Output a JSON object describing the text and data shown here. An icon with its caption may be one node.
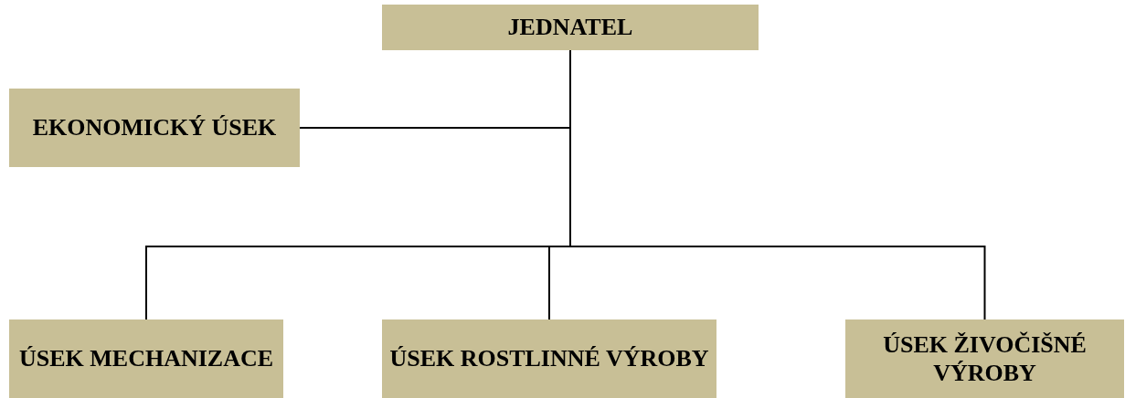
{
  "diagram": {
    "nodes": [
      {
        "text": [
          "JEDNATEL"
        ]
      },
      {
        "text": [
          "EKONOMICKÝ ÚSEK"
        ]
      },
      {
        "text": [
          "ÚSEK MECHANIZACE"
        ]
      },
      {
        "text": [
          "ÚSEK ROSTLINNÉ VÝROBY"
        ]
      },
      {
        "text": [
          "ÚSEK ŽIVOČIŠNÉ VÝROBY"
        ]
      }
    ],
    "edges": [
      {
        "from": 0,
        "to": 1,
        "arrow": "none"
      },
      {
        "from": 0,
        "to": 2,
        "arrow": "none"
      },
      {
        "from": 0,
        "to": 3,
        "arrow": "none"
      },
      {
        "from": 0,
        "to": 4,
        "arrow": "none"
      }
    ]
  }
}
